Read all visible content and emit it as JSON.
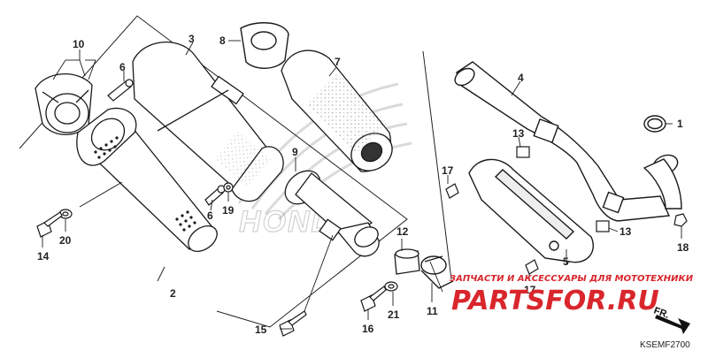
{
  "diagram": {
    "code": "KSEMF2700",
    "direction_label": "FR.",
    "watermark_text": "ЗАПЧАСТИ И АКСЕССУАРЫ ДЛЯ МОТОТЕХНИКИ",
    "watermark_logo": "PARTSFOR.RU",
    "background_logo": "HONDA",
    "watermark_color": "#d9262c",
    "line_color": "#1a1a1a"
  },
  "callouts": [
    "1",
    "2",
    "3",
    "4",
    "5",
    "6",
    "6",
    "7",
    "8",
    "9",
    "10",
    "11",
    "12",
    "13",
    "13",
    "14",
    "15",
    "16",
    "17",
    "17",
    "18",
    "19",
    "20",
    "21"
  ]
}
